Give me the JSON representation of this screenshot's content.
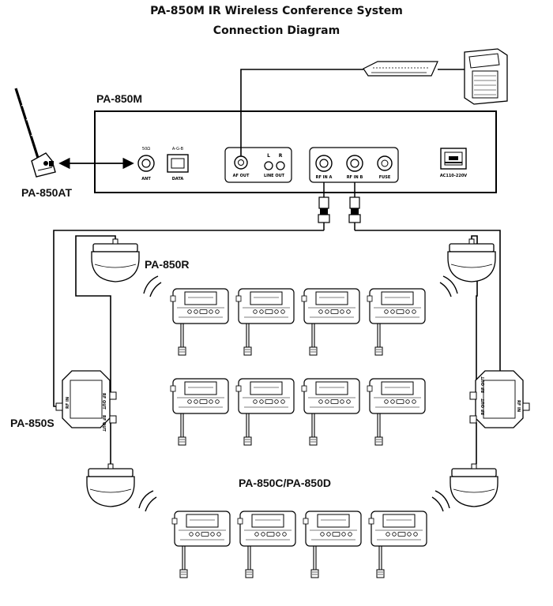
{
  "title": {
    "line1": "PA-850M IR Wireless Conference System",
    "line2": "Connection Diagram"
  },
  "labels": {
    "main_unit": "PA-850M",
    "antenna": "PA-850AT",
    "receiver": "PA-850R",
    "splitter": "PA-850S",
    "units": "PA-850C/PA-850D"
  },
  "panel": {
    "ant_top": "50Ω",
    "ant": "ANT",
    "data_top": "A-G-B",
    "data": "DATA",
    "af_out": "AF OUT",
    "l": "L",
    "r": "R",
    "line_out": "LINE OUT",
    "rf_in_a": "RF IN A",
    "rf_in_b": "RF IN B",
    "fuse": "FUSE",
    "ac": "AC110-220V"
  },
  "splitter_ports": {
    "in": "RF IN",
    "out_a": "RF OUT",
    "out_b": "RF OUT"
  }
}
